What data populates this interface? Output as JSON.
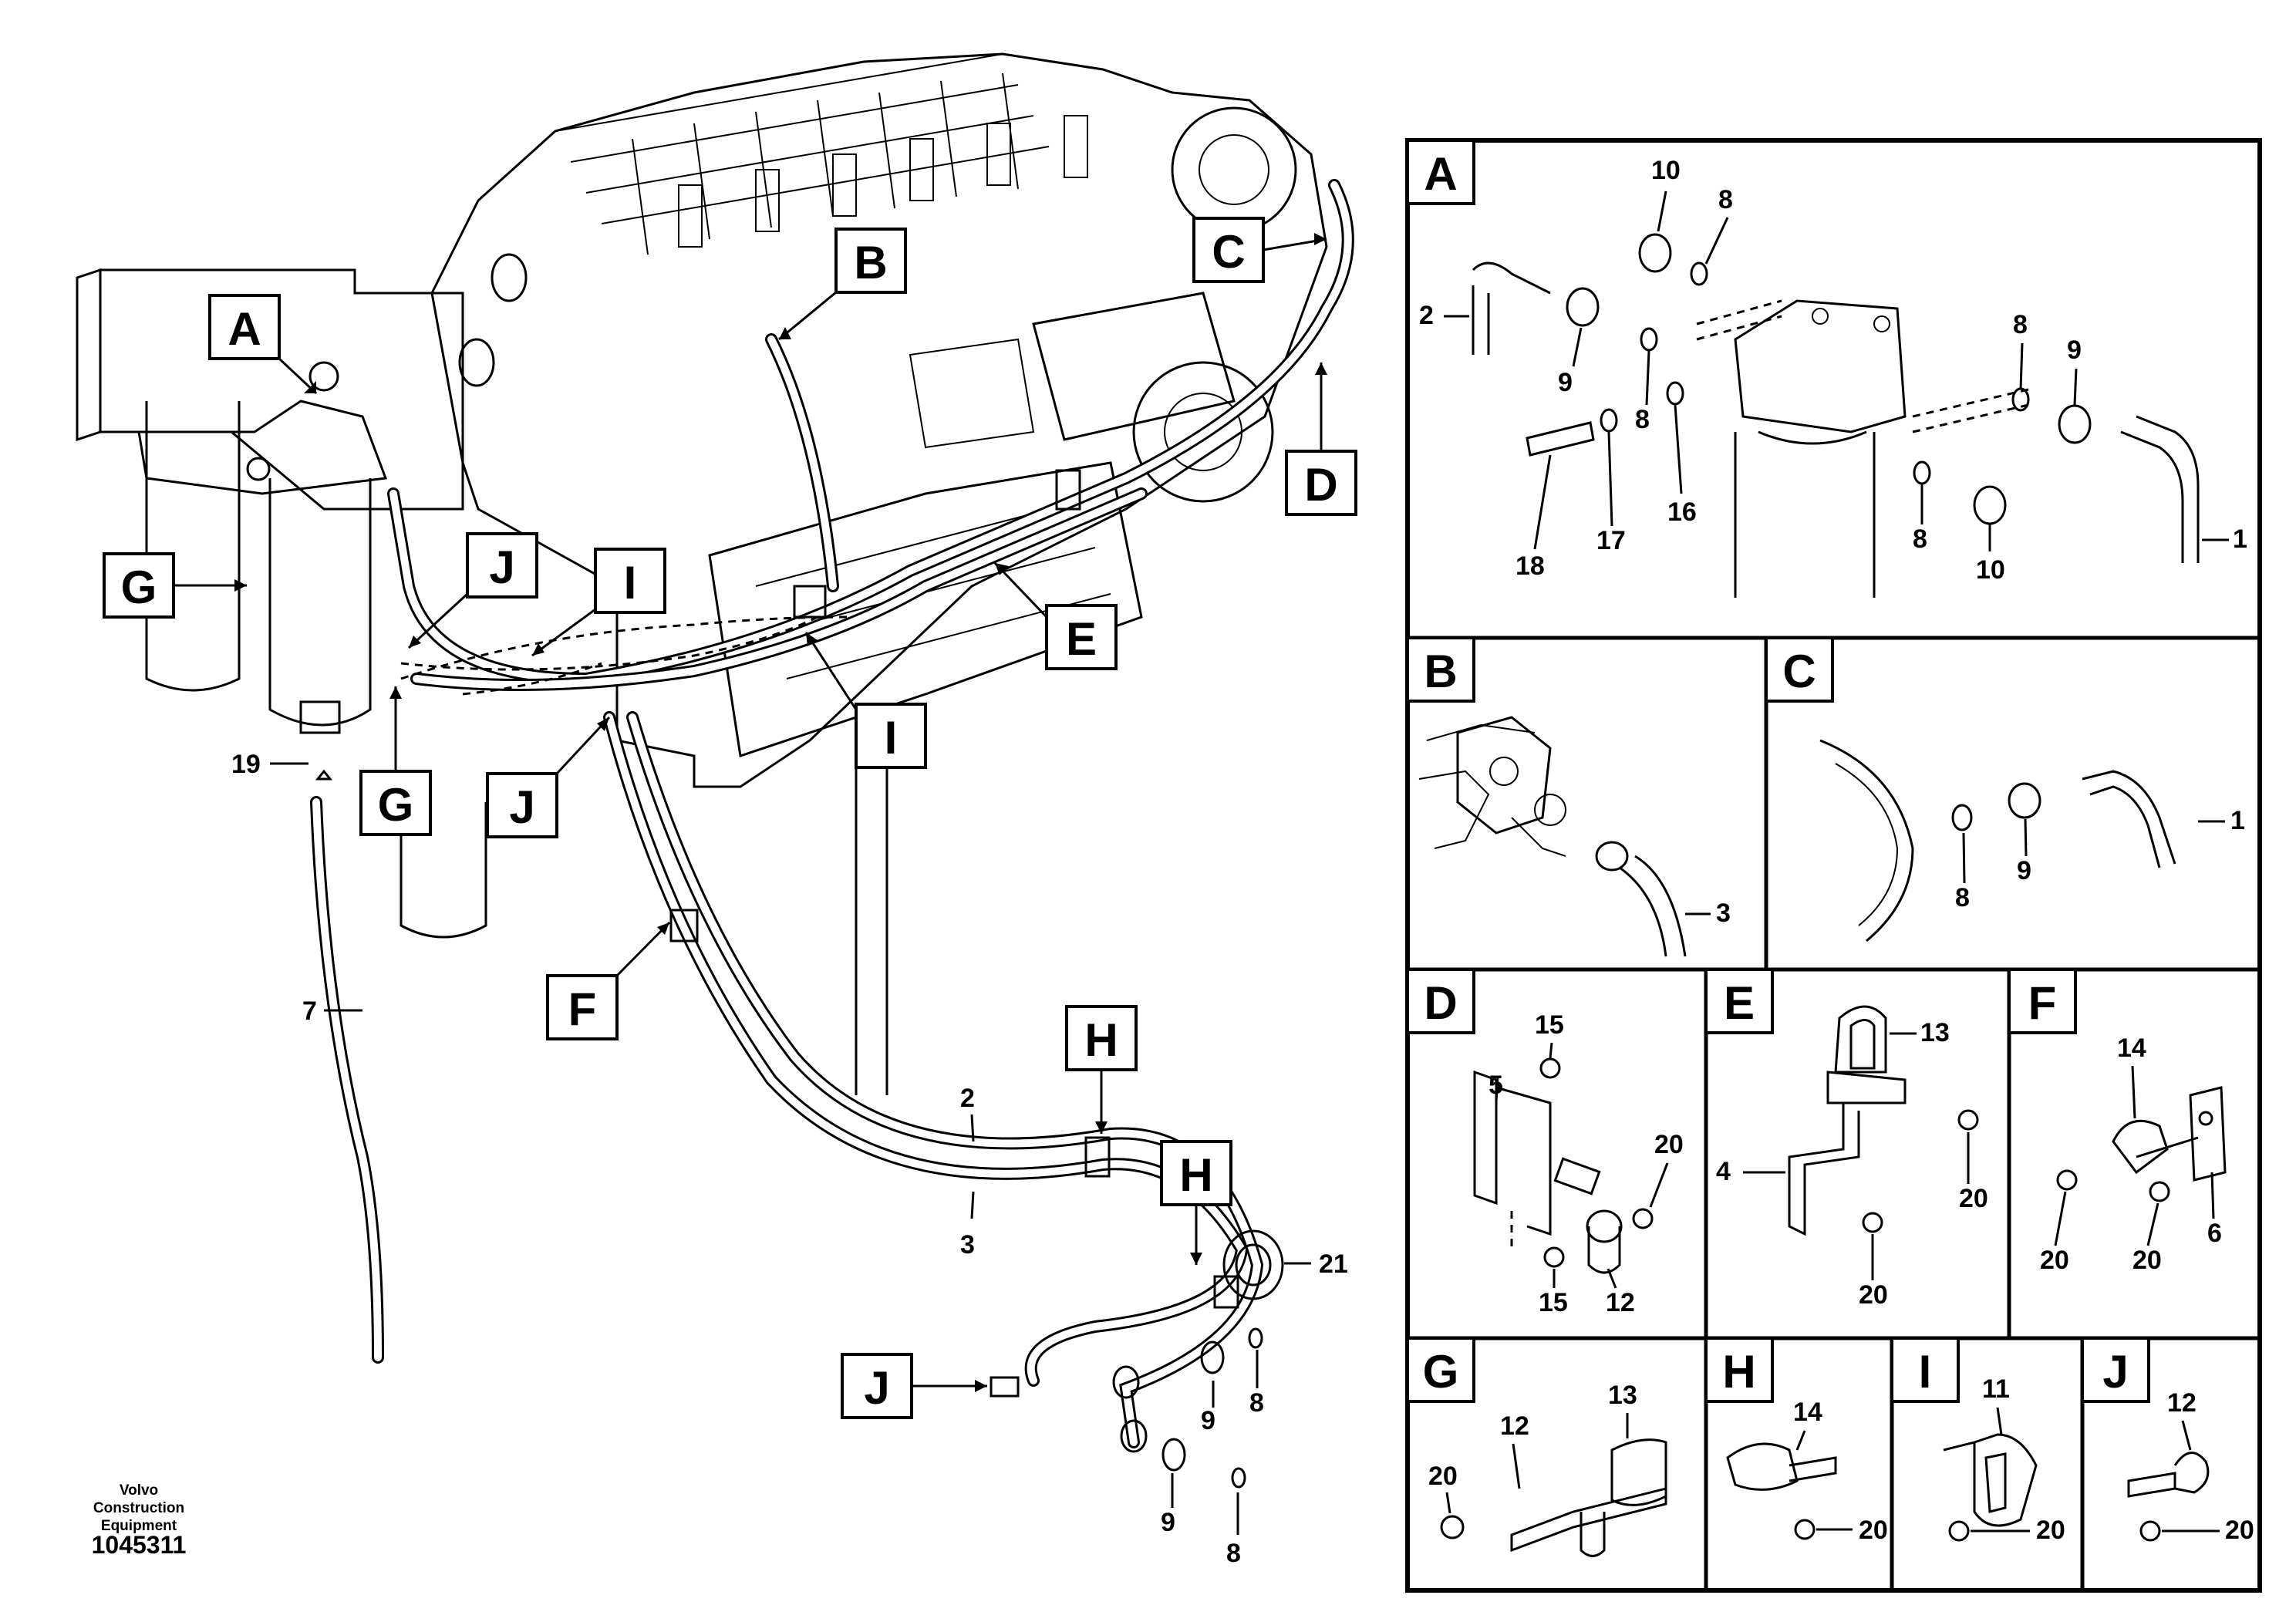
{
  "drawing_id": "1045311",
  "publisher": "Volvo Construction Equipment",
  "callouts": {
    "A": "A",
    "B": "B",
    "C": "C",
    "D": "D",
    "E": "E",
    "F": "F",
    "G": "G",
    "H": "H",
    "I": "I",
    "J": "J"
  },
  "main_item_numbers": [
    "19",
    "7",
    "2",
    "3",
    "21",
    "9",
    "8"
  ],
  "detail_panels": [
    {
      "letter": "A",
      "items": [
        "10",
        "8",
        "2",
        "9",
        "8",
        "16",
        "17",
        "18",
        "8",
        "9",
        "8",
        "10",
        "1"
      ]
    },
    {
      "letter": "B",
      "items": [
        "3"
      ]
    },
    {
      "letter": "C",
      "items": [
        "1",
        "8",
        "9"
      ]
    },
    {
      "letter": "D",
      "items": [
        "5",
        "15",
        "20",
        "15",
        "12"
      ]
    },
    {
      "letter": "E",
      "items": [
        "13",
        "4",
        "20",
        "20"
      ]
    },
    {
      "letter": "F",
      "items": [
        "14",
        "20",
        "20",
        "6"
      ]
    },
    {
      "letter": "G",
      "items": [
        "20",
        "12",
        "13"
      ]
    },
    {
      "letter": "H",
      "items": [
        "14",
        "20"
      ]
    },
    {
      "letter": "I",
      "items": [
        "11",
        "20"
      ]
    },
    {
      "letter": "J",
      "items": [
        "12",
        "20"
      ]
    }
  ]
}
